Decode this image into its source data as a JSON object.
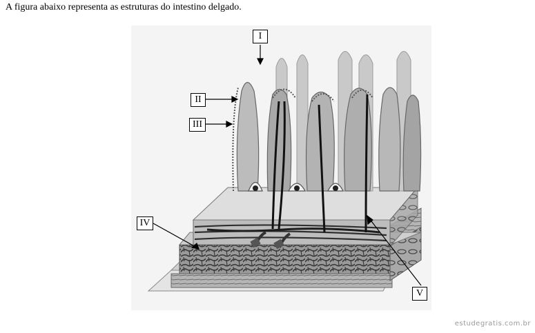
{
  "question": {
    "text": "A figura abaixo representa as estruturas do intestino delgado."
  },
  "figure": {
    "labels": [
      "I",
      "II",
      "III",
      "IV",
      "V"
    ]
  },
  "footer": {
    "watermark": "estudegratis.com.br"
  }
}
